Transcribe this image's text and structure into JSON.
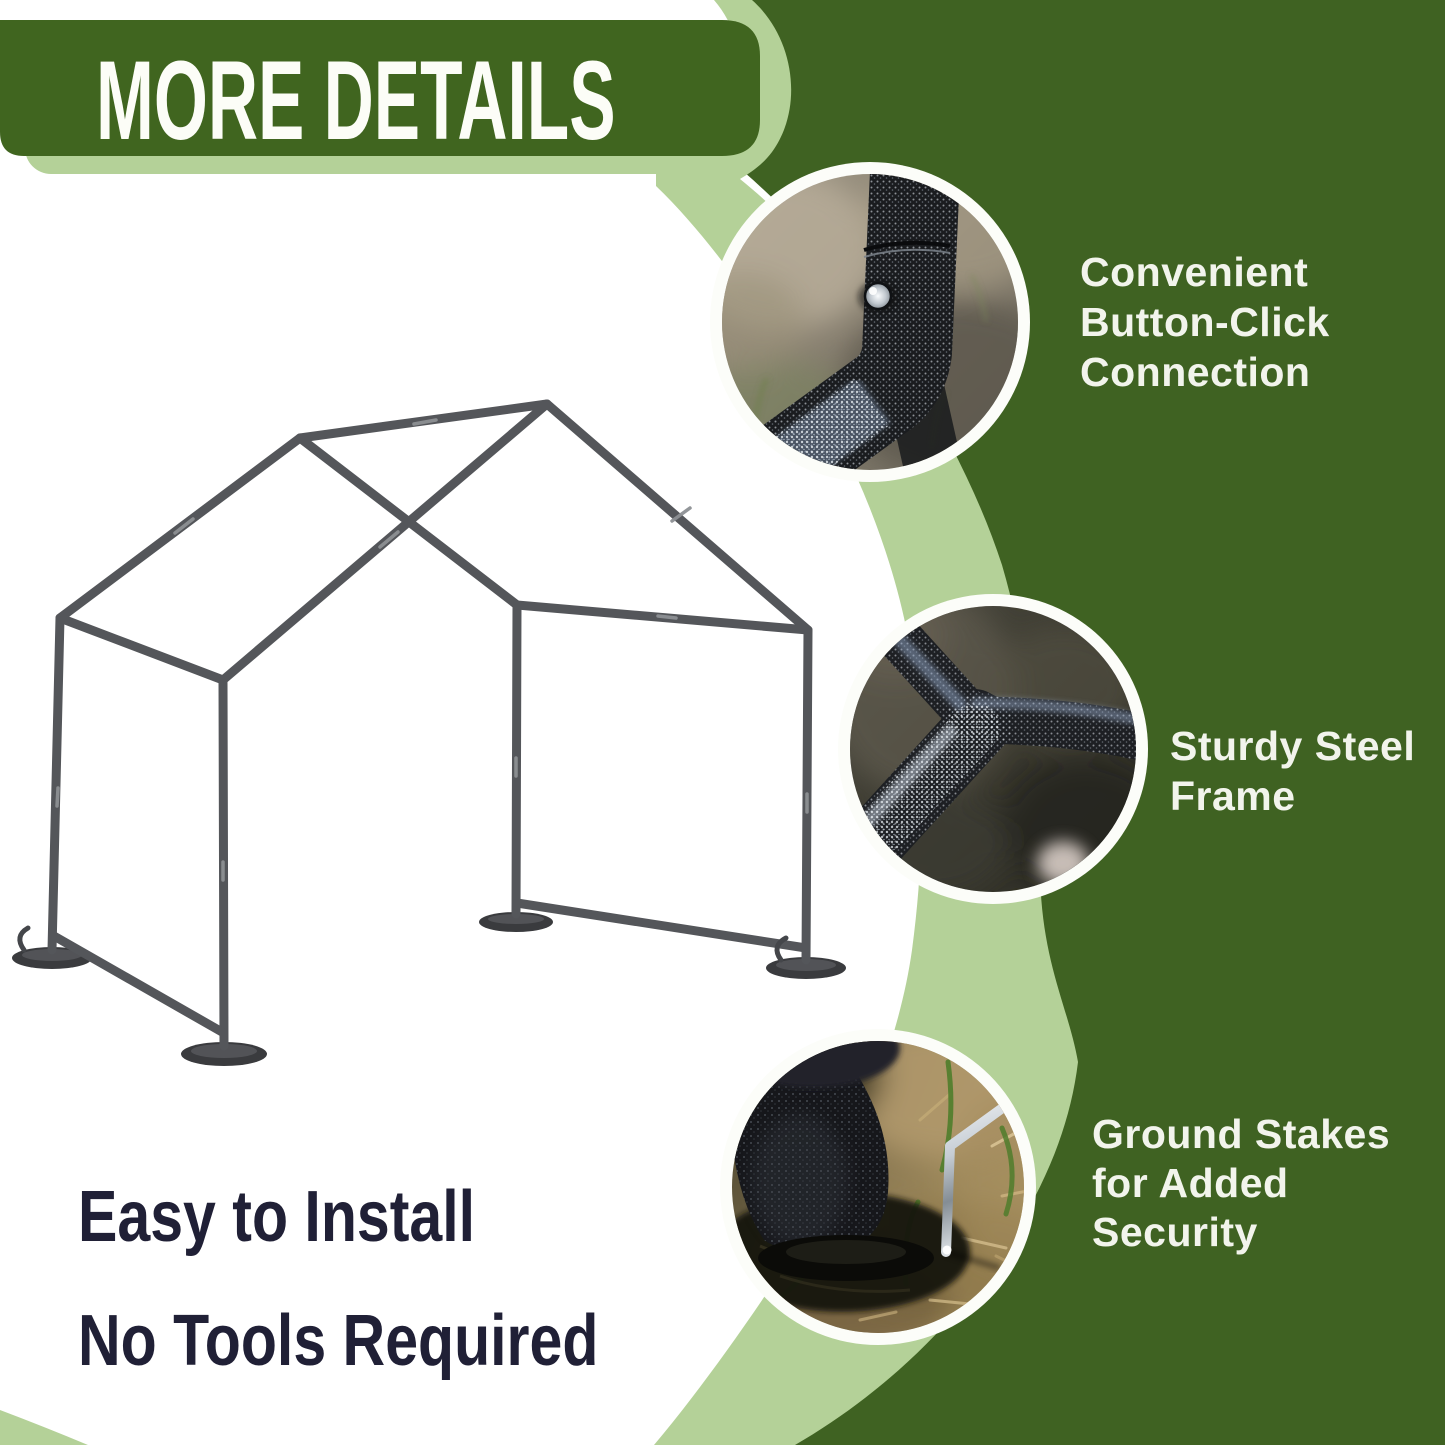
{
  "banner": {
    "title": "MORE DETAILS"
  },
  "features": [
    {
      "id": "button-click-connection",
      "caption_lines": [
        "Convenient",
        "Button-Click",
        "Connection"
      ],
      "photo_subject": "pole-with-push-button-connector"
    },
    {
      "id": "sturdy-steel-frame",
      "caption_lines": [
        "Sturdy Steel",
        "Frame"
      ],
      "photo_subject": "steel-tube-y-joint"
    },
    {
      "id": "ground-stakes",
      "caption_lines": [
        "Ground Stakes",
        "for Added",
        "Security"
      ],
      "photo_subject": "ground-stake-securing-foot-plate"
    }
  ],
  "tagline": {
    "line1": "Easy to Install",
    "line2": "No Tools Required"
  },
  "illustration": {
    "id": "canopy-frame-wireframe"
  },
  "colors": {
    "background_green": "#3f6222",
    "banner_green": "#40651f",
    "accent_light_green": "#b4d198",
    "ring_white": "#fcfdf9",
    "caption_text": "#f2f4ec",
    "tagline_text": "#202036",
    "frame_tube_gray": "#54565a"
  }
}
